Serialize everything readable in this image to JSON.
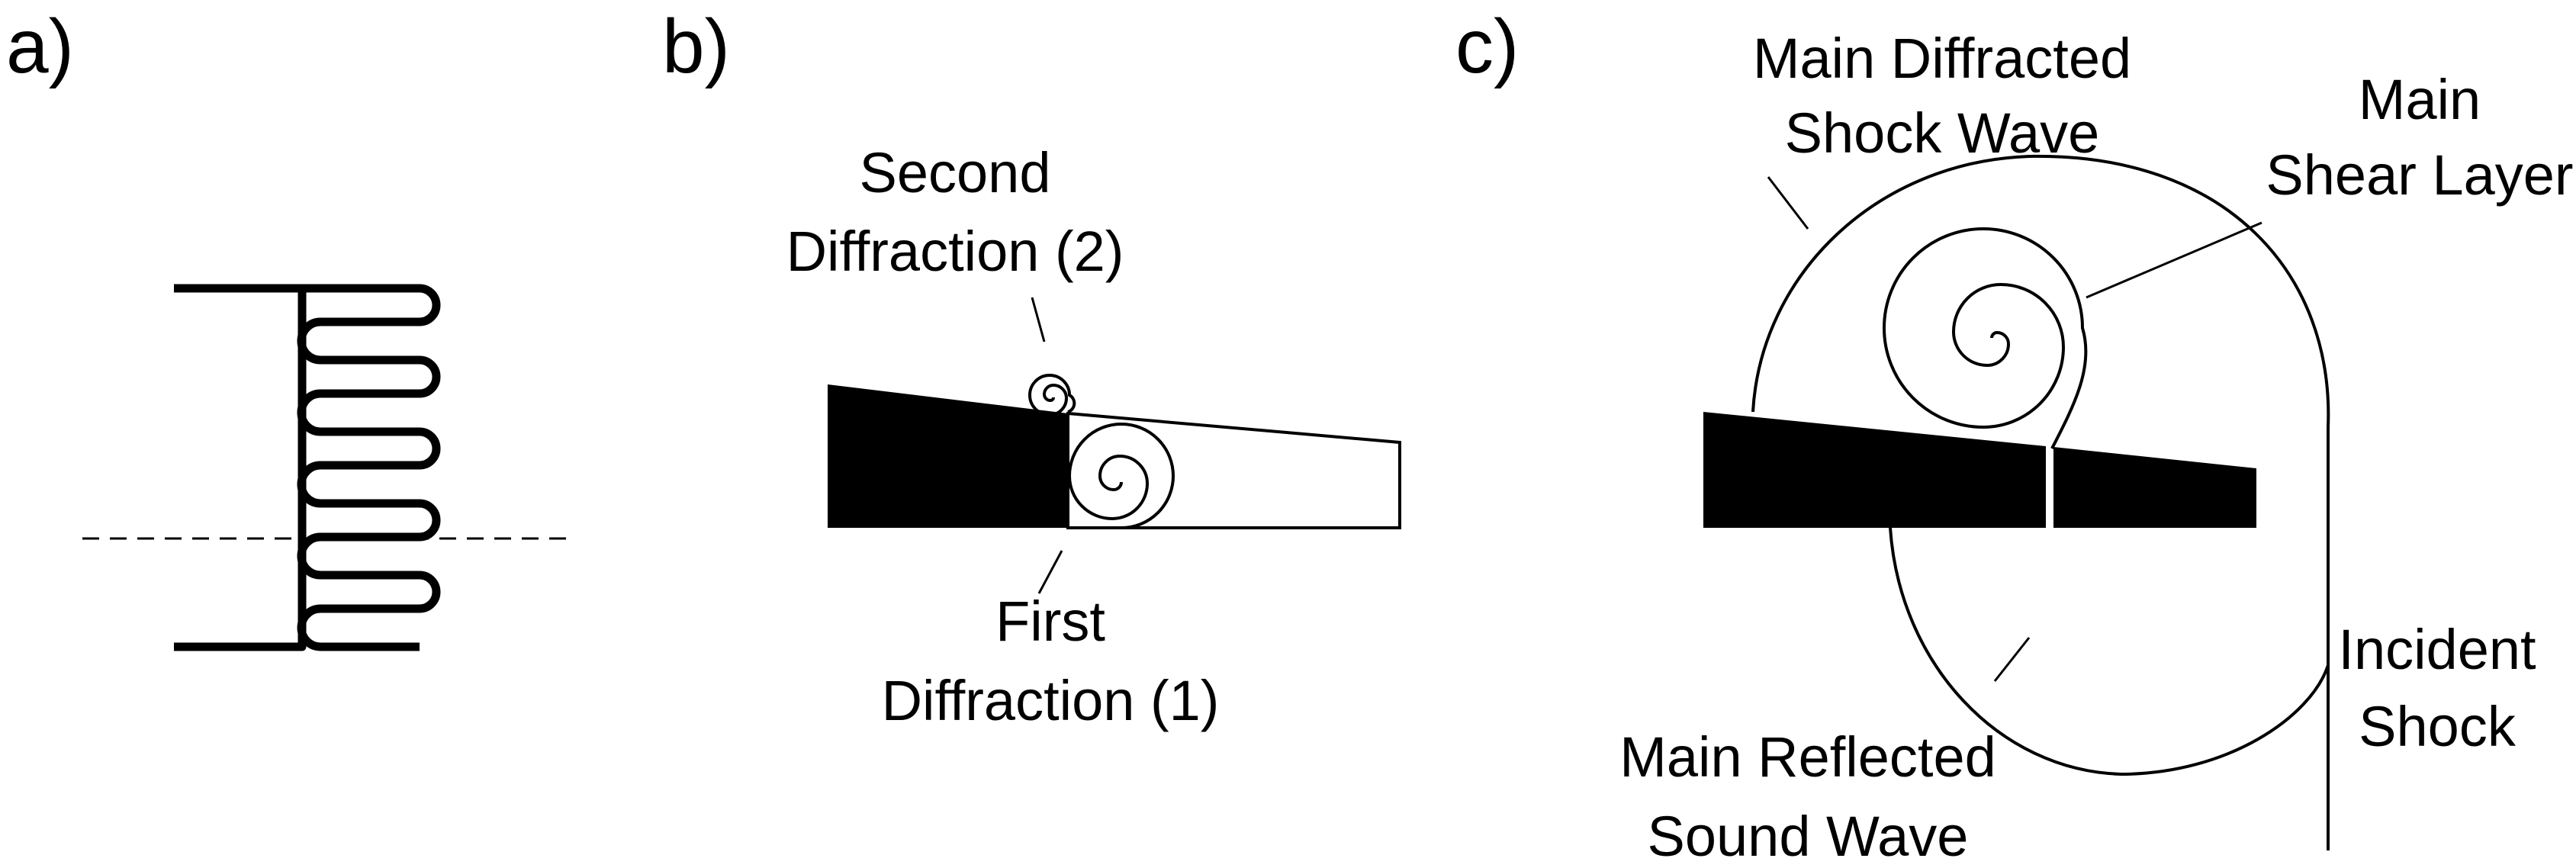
{
  "colors": {
    "ink": "#000000",
    "background": "#ffffff"
  },
  "panel_a": {
    "letter": "a)"
  },
  "panel_b": {
    "letter": "b)",
    "second_diffraction": {
      "line1": "Second",
      "line2": "Diffraction (2)"
    },
    "first_diffraction": {
      "line1": "First",
      "line2": "Diffraction (1)"
    }
  },
  "panel_c": {
    "letter": "c)",
    "main_diffracted": {
      "line1": "Main Diffracted",
      "line2": "Shock Wave"
    },
    "main_shear": {
      "line1": "Main",
      "line2": "Shear Layer"
    },
    "main_reflected": {
      "line1": "Main Reflected",
      "line2": "Sound Wave"
    },
    "incident_shock": {
      "line1": "Incident",
      "line2": "Shock"
    }
  }
}
